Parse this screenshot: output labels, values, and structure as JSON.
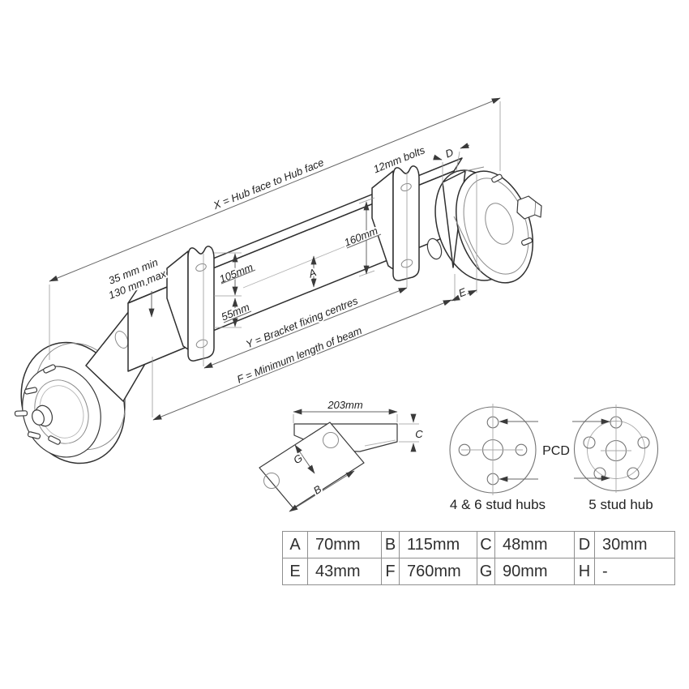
{
  "colors": {
    "background": "#ffffff",
    "line_dark": "#2f2f2f",
    "line_medium": "#666666",
    "line_light": "#9a9a9a",
    "text": "#1f1f1f",
    "table_border": "#8f8f8f"
  },
  "assembly": {
    "hub_face_dim_label": "X = Hub face to Hub face",
    "overhang_min_label": "35 mm min",
    "overhang_max_label": "130 mm max",
    "bolts_label": "12mm bolts",
    "bracket_height_dim": "160mm",
    "upper_offset_dim": "105mm",
    "lower_offset_dim": "55mm",
    "beam_section_label": "A",
    "drum_offset_label": "D",
    "hub_offset_label": "E",
    "bracket_centres_dim_label": "Y = Bracket fixing centres",
    "beam_length_dim_label": "F = Minimum length of beam"
  },
  "bracket_detail": {
    "width_dim": "203mm",
    "height_label": "C",
    "hole_spacing_label": "G",
    "hole_length_label": "B"
  },
  "hub_diagrams": {
    "pcd_label": "PCD",
    "left_caption": "4 & 6 stud hubs",
    "right_caption": "5 stud hub"
  },
  "dimensions_table": {
    "rows": [
      [
        "A",
        "70mm",
        "B",
        "115mm",
        "C",
        "48mm",
        "D",
        "30mm"
      ],
      [
        "E",
        "43mm",
        "F",
        "760mm",
        "G",
        "90mm",
        "H",
        "-"
      ]
    ]
  }
}
